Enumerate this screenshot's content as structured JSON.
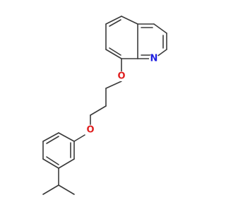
{
  "molecule": {
    "atom_labels": {
      "quinoline_nitrogen": "N",
      "ether_oxygen_upper": "O",
      "ether_oxygen_lower": "O"
    },
    "colors": {
      "bond": "#3a3a3a",
      "nitrogen": "#1f1fe0",
      "oxygen": "#e01f1f",
      "background": "#ffffff"
    }
  }
}
